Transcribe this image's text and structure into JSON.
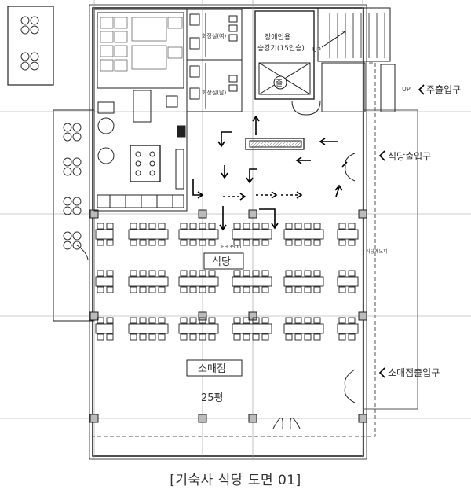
{
  "caption": "[기숙사 식당 도면 01]",
  "labels": {
    "main_entrance": "주출입구",
    "cafeteria_entrance": "식당출입구",
    "store_entrance": "소매점출입구",
    "cafeteria": "식당",
    "store": "소매점",
    "store_area": "25평",
    "stair_up_1": "UP",
    "stair_up_2": "UP",
    "elevator_1": "장애인용",
    "elevator_2": "승강기(15인승)",
    "elevator_exit": "출",
    "restroom_women": "화장실(여)",
    "restroom_men": "화장실(남)",
    "small_label_1": "FH 3500",
    "small_label_2": "식당계노피"
  }
}
